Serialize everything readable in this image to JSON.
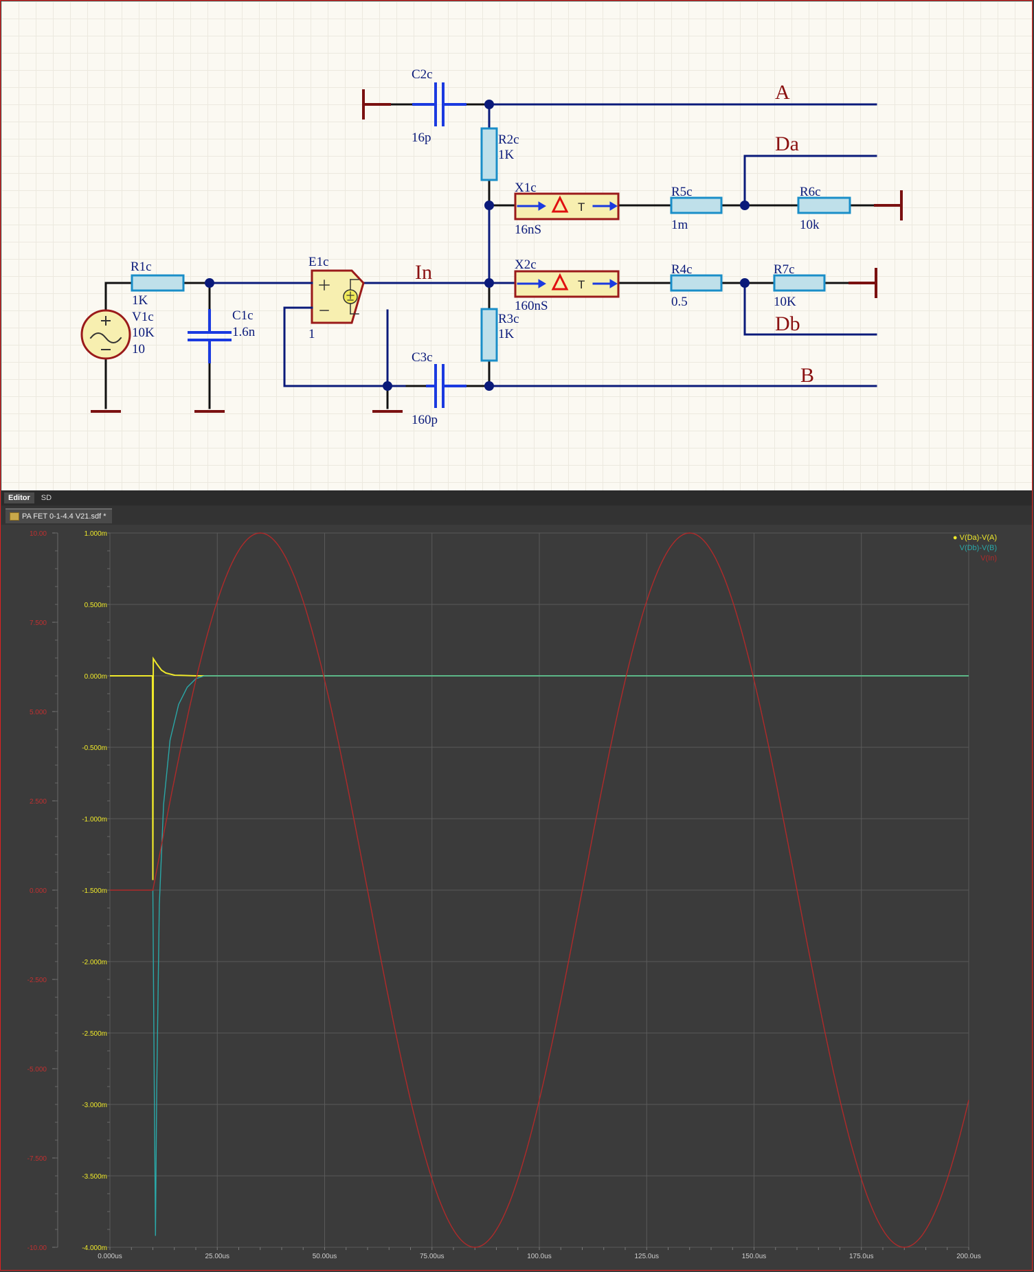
{
  "tabs": [
    {
      "label": "Editor",
      "active": true
    },
    {
      "label": "SD",
      "active": false
    }
  ],
  "document_tab": "PA FET 0-1-4.4 V21.sdf *",
  "schematic": {
    "components": {
      "R1c": {
        "name": "R1c",
        "value": "1K"
      },
      "V1c": {
        "name": "V1c",
        "value": "10K",
        "value2": "10"
      },
      "C1c": {
        "name": "C1c",
        "value": "1.6n"
      },
      "E1c": {
        "name": "E1c",
        "value": "1"
      },
      "C2c": {
        "name": "C2c",
        "value": "16p"
      },
      "C3c": {
        "name": "C3c",
        "value": "160p"
      },
      "R2c": {
        "name": "R2c",
        "value": "1K"
      },
      "R3c": {
        "name": "R3c",
        "value": "1K"
      },
      "X1c": {
        "name": "X1c",
        "value": "16nS"
      },
      "X2c": {
        "name": "X2c",
        "value": "160nS"
      },
      "R5c": {
        "name": "R5c",
        "value": "1m"
      },
      "R6c": {
        "name": "R6c",
        "value": "10k"
      },
      "R4c": {
        "name": "R4c",
        "value": "0.5"
      },
      "R7c": {
        "name": "R7c",
        "value": "10K"
      }
    },
    "nets": {
      "A": "A",
      "Da": "Da",
      "In": "In",
      "Db": "Db",
      "B": "B"
    },
    "tline_symbol": "T"
  },
  "chart_data": {
    "type": "line",
    "x_ticks": [
      "0.000us",
      "25.00us",
      "50.00us",
      "75.00us",
      "100.0us",
      "125.0us",
      "150.0us",
      "175.0us",
      "200.0us"
    ],
    "xlim": [
      0,
      200
    ],
    "xunit": "us",
    "left_axis_ticks": [
      "10.00",
      "7.500",
      "5.000",
      "2.500",
      "0.000",
      "-2.500",
      "-5.000",
      "-7.500",
      "-10.00"
    ],
    "left_ylim": [
      -10,
      10
    ],
    "right_axis_ticks": [
      "1.000m",
      "0.500m",
      "0.000m",
      "-0.500m",
      "-1.000m",
      "-1.500m",
      "-2.000m",
      "-2.500m",
      "-3.000m",
      "-3.500m",
      "-4.000m"
    ],
    "right_ylim": [
      -4,
      1
    ],
    "grid": true,
    "legend_position": "top-right",
    "series": [
      {
        "name": "V(Da)-V(A)",
        "color": "#f0ea2a",
        "axis": "right",
        "points": [
          [
            0,
            0
          ],
          [
            9.9,
            0
          ],
          [
            10,
            -1.43
          ],
          [
            10.1,
            0.12
          ],
          [
            11,
            0.08
          ],
          [
            12,
            0.04
          ],
          [
            13,
            0.02
          ],
          [
            15,
            0.005
          ],
          [
            20,
            0
          ],
          [
            60,
            0
          ],
          [
            100,
            0
          ],
          [
            150,
            0
          ],
          [
            200,
            0
          ]
        ]
      },
      {
        "name": "V(Db)-V(B)",
        "color": "#2aa8a8",
        "axis": "right",
        "points": [
          [
            10,
            -1.5
          ],
          [
            10.3,
            -2.8
          ],
          [
            10.6,
            -3.92
          ],
          [
            10.9,
            -2.9
          ],
          [
            11.5,
            -1.6
          ],
          [
            12.5,
            -0.9
          ],
          [
            14,
            -0.45
          ],
          [
            16,
            -0.2
          ],
          [
            18,
            -0.08
          ],
          [
            20,
            -0.02
          ],
          [
            22,
            0
          ],
          [
            200,
            0
          ]
        ]
      },
      {
        "name": "V(In)",
        "color": "#b02a2a",
        "axis": "left",
        "amplitude": 10,
        "frequency_khz": 10,
        "start_us": 10
      }
    ]
  }
}
